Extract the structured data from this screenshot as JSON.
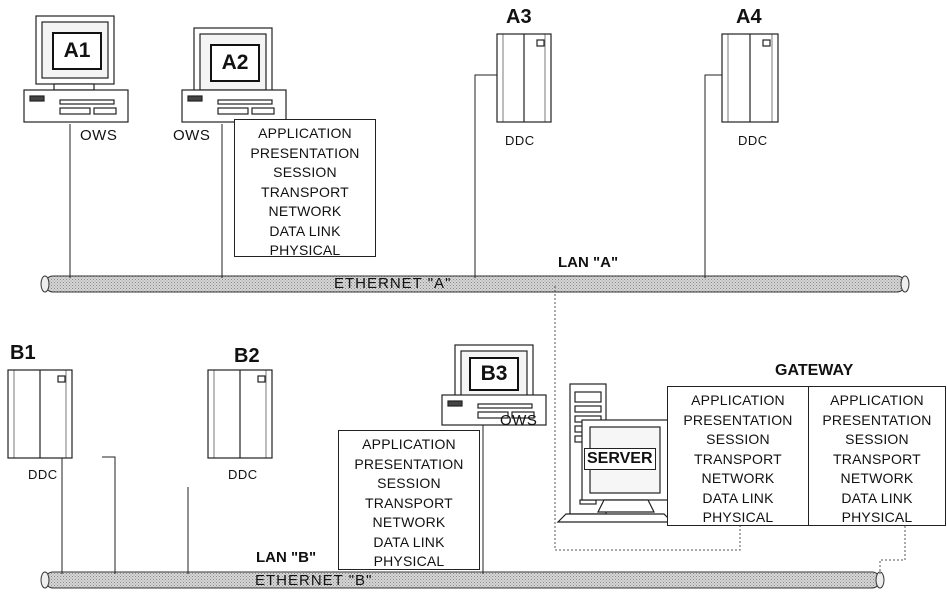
{
  "lan_a": {
    "label": "LAN \"A\"",
    "cable_label": "ETHERNET \"A\"",
    "nodes": [
      {
        "id": "A1",
        "type": "OWS"
      },
      {
        "id": "A2",
        "type": "OWS"
      },
      {
        "id": "A3",
        "type": "DDC"
      },
      {
        "id": "A4",
        "type": "DDC"
      }
    ]
  },
  "lan_b": {
    "label": "LAN \"B\"",
    "cable_label": "ETHERNET \"B\"",
    "nodes": [
      {
        "id": "B1",
        "type": "DDC"
      },
      {
        "id": "B2",
        "type": "DDC"
      },
      {
        "id": "B3",
        "type": "OWS"
      }
    ]
  },
  "osi_layers": [
    "APPLICATION",
    "PRESENTATION",
    "SESSION",
    "TRANSPORT",
    "NETWORK",
    "DATA LINK",
    "PHYSICAL"
  ],
  "gateway": {
    "title": "GATEWAY",
    "server_label": "SERVER"
  },
  "colors": {
    "line": "#222222",
    "cable_fill": "#cfcfcf",
    "cable_dot": "#8a8a8a",
    "dotted_line": "#666666"
  }
}
